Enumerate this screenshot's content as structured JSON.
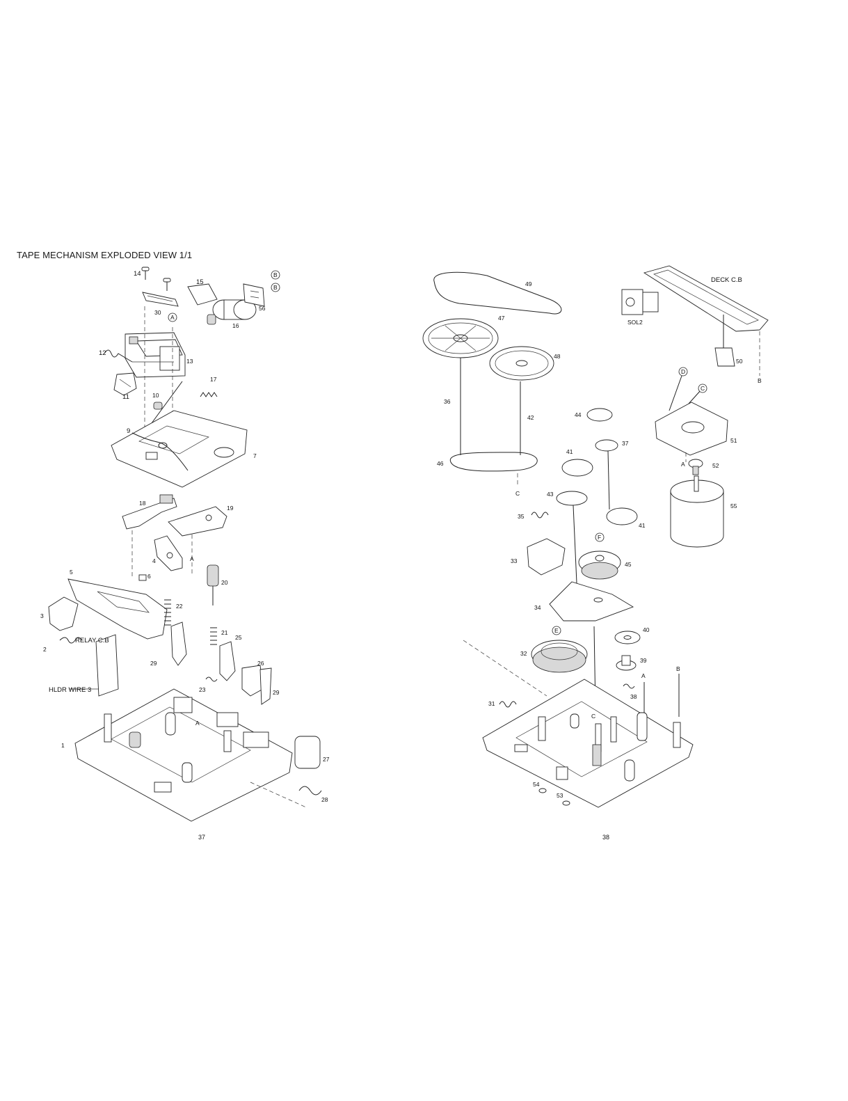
{
  "title": "TAPE MECHANISM EXPLODED VIEW 1/1",
  "page_left": "37",
  "page_right": "38",
  "annotations": {
    "relay_cb": "RELAY C.B",
    "hldr_wire": "HLDR WIRE 3",
    "deck_cb": "DECK C.B",
    "sol2": "SOL2"
  },
  "callouts": [
    "A",
    "B",
    "C",
    "D",
    "E",
    "F"
  ],
  "part_numbers": [
    "1",
    "2",
    "3",
    "4",
    "5",
    "6",
    "7",
    "9",
    "10",
    "11",
    "12",
    "13",
    "14",
    "15",
    "16",
    "17",
    "18",
    "19",
    "20",
    "21",
    "22",
    "23",
    "25",
    "26",
    "27",
    "28",
    "29",
    "30",
    "31",
    "32",
    "33",
    "34",
    "35",
    "36",
    "37",
    "38",
    "39",
    "40",
    "41",
    "42",
    "43",
    "44",
    "45",
    "46",
    "47",
    "48",
    "49",
    "50",
    "51",
    "52",
    "53",
    "54",
    "55",
    "56"
  ]
}
